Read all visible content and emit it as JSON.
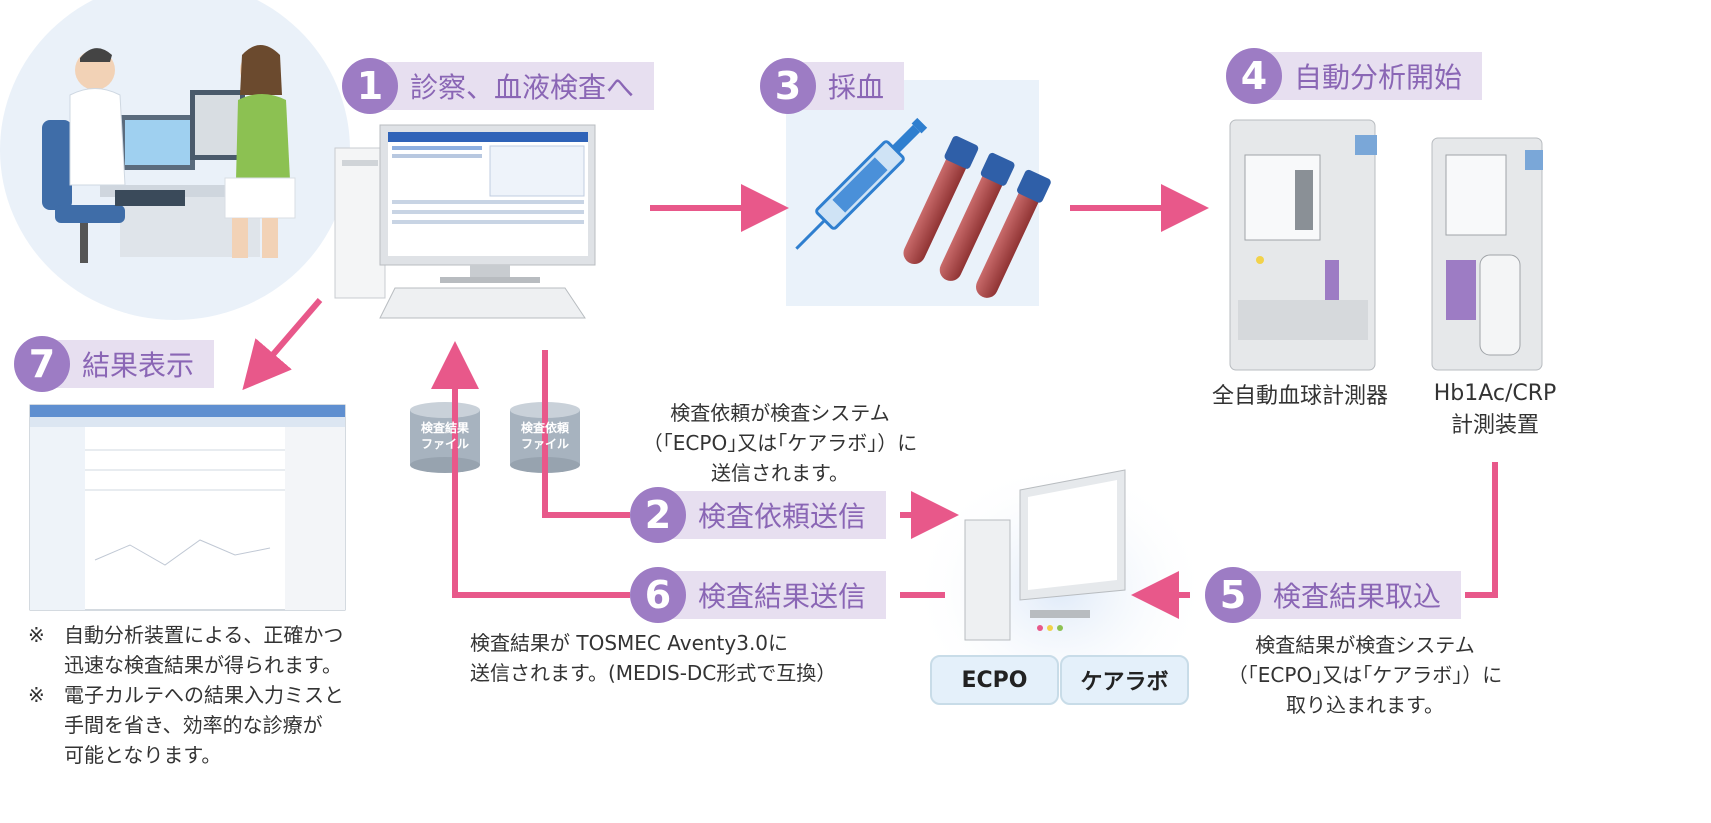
{
  "steps": {
    "s1": {
      "num": "1",
      "label": "診察、血液検査へ"
    },
    "s2": {
      "num": "2",
      "label": "検査依頼送信"
    },
    "s3": {
      "num": "3",
      "label": "採血"
    },
    "s4": {
      "num": "4",
      "label": "自動分析開始"
    },
    "s5": {
      "num": "5",
      "label": "検査結果取込"
    },
    "s6": {
      "num": "6",
      "label": "検査結果送信"
    },
    "s7": {
      "num": "7",
      "label": "結果表示"
    }
  },
  "devices": {
    "blood_counter": "全自動血球計測器",
    "hba1c_line1": "Hb1Ac/CRP",
    "hba1c_line2": "計測装置"
  },
  "files": {
    "result_file": [
      "検査結果",
      "ファイル"
    ],
    "request_file": [
      "検査依頼",
      "ファイル"
    ]
  },
  "captions": {
    "request_sent": [
      "検査依頼が検査システム",
      "（｢ECPO｣又は｢ケアラボ｣）に",
      "送信されます。"
    ],
    "result_sent": [
      "検査結果が TOSMEC Aventy3.0に",
      "送信されます。(MEDIS-DC形式で互換）"
    ],
    "result_imported": [
      "検査結果が検査システム",
      "（｢ECPO｣又は｢ケアラボ｣）に",
      "取り込まれます。"
    ]
  },
  "systems": {
    "ecpo": "ECPO",
    "carelab": "ケアラボ"
  },
  "notes": [
    {
      "mark": "※",
      "lines": [
        "自動分析装置による、正確かつ",
        "迅速な検査結果が得られます。"
      ]
    },
    {
      "mark": "※",
      "lines": [
        "電子カルテへの結果入力ミスと",
        "手間を省き、効率的な診療が",
        "可能となります。"
      ]
    }
  ],
  "colors": {
    "arrow": "#e8588a",
    "badge": "#9d7cc4",
    "label_bg": "#e7dff0",
    "label_text": "#8a66b5"
  }
}
